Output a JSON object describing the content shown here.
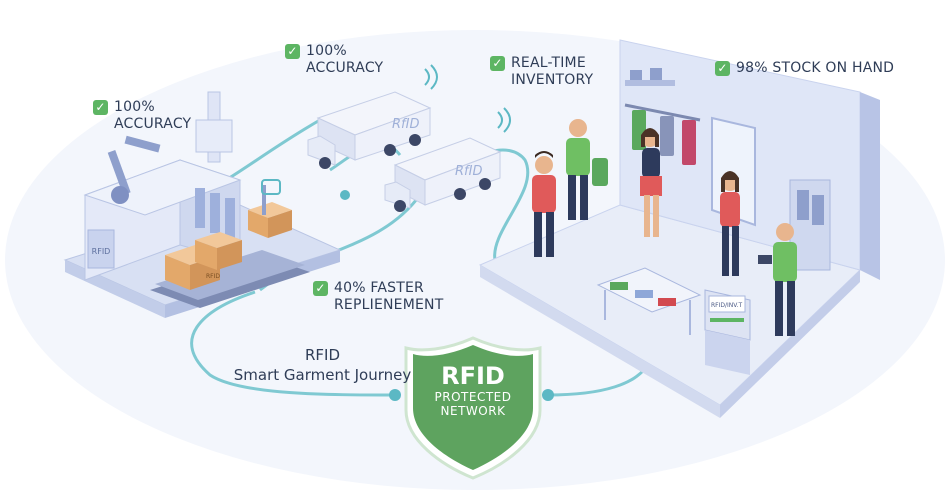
{
  "labels": {
    "factory_accuracy": {
      "lines": [
        "100%",
        "ACCURACY"
      ]
    },
    "truck_accuracy": {
      "lines": [
        "100%",
        "ACCURACY"
      ]
    },
    "realtime_inventory": {
      "lines": [
        "REAL-TIME",
        "INVENTORY"
      ]
    },
    "stock_on_hand": {
      "lines": [
        "98% STOCK ON HAND"
      ]
    },
    "faster_replenishment": {
      "lines": [
        "40% FASTER",
        "REPLIENEMENT"
      ]
    }
  },
  "journey": {
    "line1": "RFID",
    "line2": "Smart Garment Journey"
  },
  "shield": {
    "line1": "RFID",
    "line2": "PROTECTED",
    "line3": "NETWORK"
  },
  "truck_tag": "RfID",
  "factory_tag": "RFID",
  "box_label": "RFID",
  "scanner_screen": "RFID/INV.T",
  "colors": {
    "path": "#7fc9d2",
    "path_node": "#5cb8c4",
    "check": "#5db563",
    "shield": "#5ea35f",
    "text": "#2f3d57",
    "building": "#dfe6f7",
    "store_floor": "#e8edf8"
  }
}
